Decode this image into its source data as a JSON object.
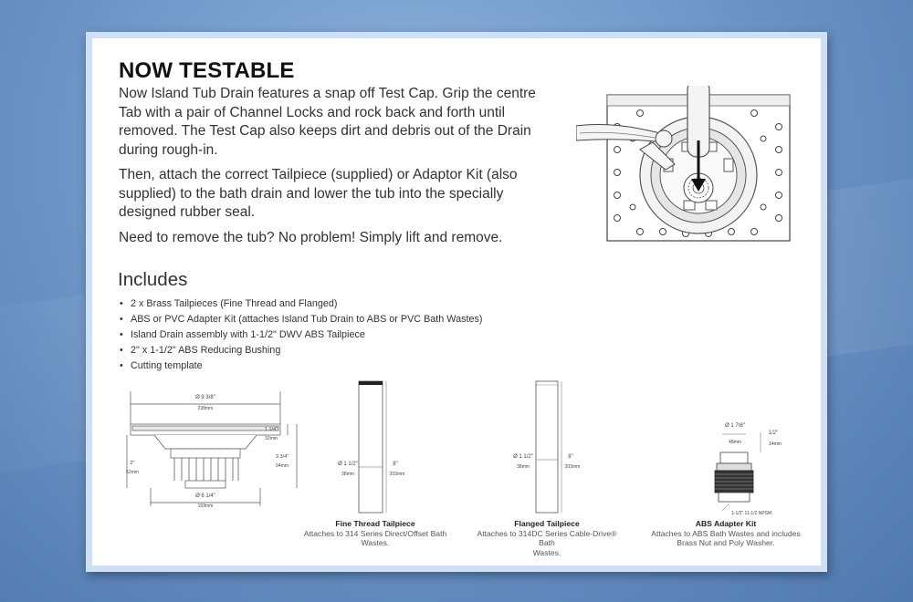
{
  "heading": "NOW TESTABLE",
  "intro": [
    "Now Island Tub Drain features a snap off Test Cap.  Grip the centre Tab with a pair of Channel Locks and rock back and forth until removed.  The Test Cap also keeps dirt and debris out of the Drain during rough-in.",
    "Then, attach the correct Tailpiece (supplied) or Adaptor Kit (also supplied) to the bath drain and lower the tub into the specially designed rubber seal.",
    "Need to remove the tub? No problem! Simply lift and remove."
  ],
  "includes": {
    "title": "Includes",
    "items": [
      "2 x Brass Tailpieces (Fine Thread and Flanged)",
      "ABS or PVC Adapter Kit (attaches Island Tub Drain to ABS or PVC Bath Wastes)",
      "Island Drain assembly with 1-1/2\" DWV ABS Tailpiece",
      "2\" x 1-1/2\" ABS Reducing Bushing",
      "Cutting template"
    ]
  },
  "drain_dims": {
    "top_dia": "Ø 9 3/8\"",
    "top_mm": "238mm",
    "flange_h": "1 1/4\"",
    "flange_mm": "32mm",
    "total_h": "3 3/4\"",
    "total_mm": "94mm",
    "body_h": "2\"",
    "body_mm": "52mm",
    "base_dia": "Ø 6 1/4\"",
    "base_mm": "159mm"
  },
  "fine_thread": {
    "title": "Fine Thread Tailpiece",
    "desc_1": "Attaches to 314 Series Direct/Offset Bath",
    "desc_2": "Wastes.",
    "dia": "Ø 1 1/2\"",
    "dia_mm": "38mm",
    "len": "8\"",
    "len_mm": "203mm"
  },
  "flanged": {
    "title": "Flanged Tailpiece",
    "desc_1": "Attaches to 314DC Series Cable-Drive® Bath",
    "desc_2": "Wastes.",
    "dia": "Ø 1 1/2\"",
    "dia_mm": "38mm",
    "len": "8\"",
    "len_mm": "203mm"
  },
  "abs_kit": {
    "title": "ABS Adapter Kit",
    "desc_1": "Attaches to ABS Bath Wastes and includes",
    "desc_2": "Brass Nut and Poly Washer.",
    "dia": "Ø 1 7/8\"",
    "dia_mm": "48mm",
    "height": "1/2\"",
    "height_mm": "14mm",
    "thread": "1-1/2\" 11-1/2 NPSM"
  }
}
